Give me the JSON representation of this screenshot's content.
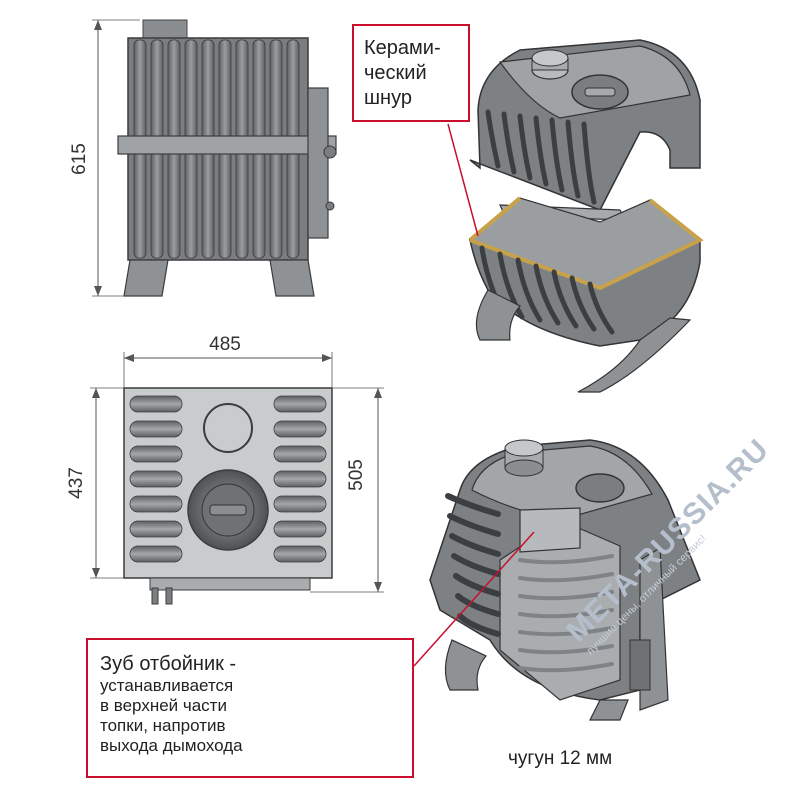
{
  "dimensions": {
    "height": "615",
    "width": "485",
    "depth_body": "437",
    "depth_total": "505"
  },
  "callouts": {
    "ceramic_cord": {
      "line1": "Керами-",
      "line2": "ческий",
      "line3": "шнур"
    },
    "baffle": {
      "title": "Зуб отбойник -",
      "line1": "устанавливается",
      "line2": "в верхней части",
      "line3": "топки, напротив",
      "line4": "выхода дымохода"
    }
  },
  "material": "чугун 12 мм",
  "watermark": {
    "brand": "META-RUSSIA.RU",
    "slogan": "лучшие цены, отличный сервис!"
  },
  "colors": {
    "body_dark": "#6d7073",
    "body_mid": "#8d9194",
    "body_light": "#b7babc",
    "callout_border": "#c8102e",
    "cord": "#c8a24a"
  }
}
